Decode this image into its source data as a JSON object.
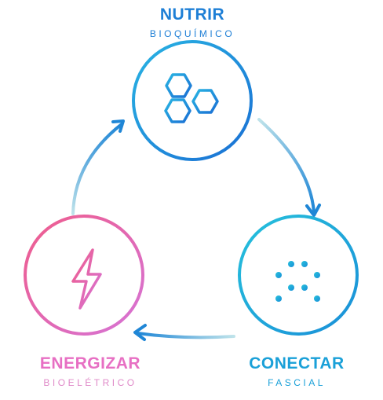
{
  "nodes": {
    "nutrir": {
      "title": "NUTRIR",
      "subtitle": "BIOQUÍMICO",
      "icon": "hexagon-cluster-icon",
      "color_a": "#29b4e3",
      "color_b": "#1a6fd4"
    },
    "conectar": {
      "title": "CONECTAR",
      "subtitle": "FASCIAL",
      "icon": "grid-network-icon",
      "color_a": "#26c1dc",
      "color_b": "#1a8fd8"
    },
    "energizar": {
      "title": "ENERGIZAR",
      "subtitle": "BIOELÉTRICO",
      "icon": "lightning-bolt-icon",
      "color_a": "#ef5c8c",
      "color_b": "#d674d6"
    }
  },
  "arrows": {
    "nutrir_to_conectar": "#1f86d6",
    "conectar_to_energizar": "#1f86d6",
    "energizar_to_nutrir": "#1f86d6",
    "fade": "#bfe3ea"
  }
}
